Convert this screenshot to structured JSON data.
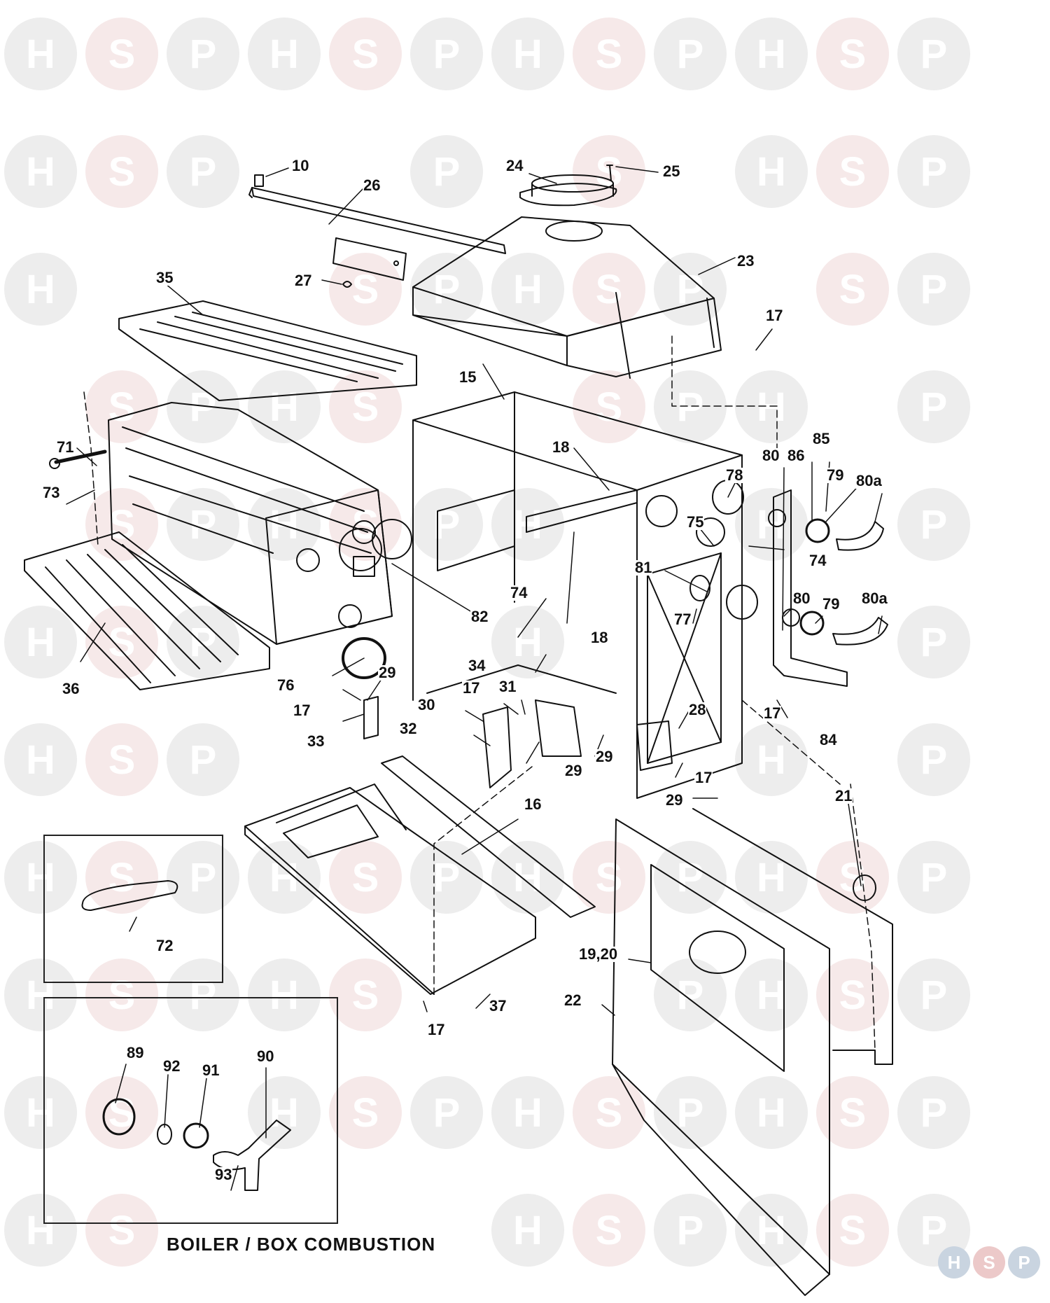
{
  "diagram": {
    "title": "BOILER / BOX COMBUSTION",
    "watermark": {
      "letters": [
        "H",
        "S",
        "P"
      ],
      "gray_color": "#ededed",
      "pink_color": "#f6e9e9",
      "center_logo_colors": [
        "#c9d4e0",
        "#ecc9c9",
        "#c9d4e0"
      ]
    },
    "callouts": [
      {
        "id": "c10",
        "text": "10"
      },
      {
        "id": "c26",
        "text": "26"
      },
      {
        "id": "c24",
        "text": "24"
      },
      {
        "id": "c25",
        "text": "25"
      },
      {
        "id": "c27",
        "text": "27"
      },
      {
        "id": "c23",
        "text": "23"
      },
      {
        "id": "c35",
        "text": "35"
      },
      {
        "id": "c17a",
        "text": "17"
      },
      {
        "id": "c15",
        "text": "15"
      },
      {
        "id": "c18a",
        "text": "18"
      },
      {
        "id": "c71",
        "text": "71"
      },
      {
        "id": "c73",
        "text": "73"
      },
      {
        "id": "c80a1",
        "text": "80"
      },
      {
        "id": "c86",
        "text": "86"
      },
      {
        "id": "c85",
        "text": "85"
      },
      {
        "id": "c78",
        "text": "78"
      },
      {
        "id": "c79a",
        "text": "79"
      },
      {
        "id": "c80aa",
        "text": "80a"
      },
      {
        "id": "c75",
        "text": "75"
      },
      {
        "id": "c74a",
        "text": "74"
      },
      {
        "id": "c81",
        "text": "81"
      },
      {
        "id": "c74b",
        "text": "74"
      },
      {
        "id": "c82",
        "text": "82"
      },
      {
        "id": "c80b",
        "text": "80"
      },
      {
        "id": "c79b",
        "text": "79"
      },
      {
        "id": "c80ab",
        "text": "80a"
      },
      {
        "id": "c77",
        "text": "77"
      },
      {
        "id": "c18b",
        "text": "18"
      },
      {
        "id": "c36",
        "text": "36"
      },
      {
        "id": "c76",
        "text": "76"
      },
      {
        "id": "c34",
        "text": "34"
      },
      {
        "id": "c29a",
        "text": "29"
      },
      {
        "id": "c17b",
        "text": "17"
      },
      {
        "id": "c31",
        "text": "31"
      },
      {
        "id": "c30",
        "text": "30"
      },
      {
        "id": "c17c",
        "text": "17"
      },
      {
        "id": "c33",
        "text": "33"
      },
      {
        "id": "c32",
        "text": "32"
      },
      {
        "id": "c28",
        "text": "28"
      },
      {
        "id": "c17d",
        "text": "17"
      },
      {
        "id": "c84",
        "text": "84"
      },
      {
        "id": "c29b",
        "text": "29"
      },
      {
        "id": "c29c",
        "text": "29"
      },
      {
        "id": "c17e",
        "text": "17"
      },
      {
        "id": "c29d",
        "text": "29"
      },
      {
        "id": "c16",
        "text": "16"
      },
      {
        "id": "c21",
        "text": "21"
      },
      {
        "id": "c72",
        "text": "72"
      },
      {
        "id": "c1920",
        "text": "19,20"
      },
      {
        "id": "c22",
        "text": "22"
      },
      {
        "id": "c37",
        "text": "37"
      },
      {
        "id": "c17f",
        "text": "17"
      },
      {
        "id": "c89",
        "text": "89"
      },
      {
        "id": "c92",
        "text": "92"
      },
      {
        "id": "c91",
        "text": "91"
      },
      {
        "id": "c90",
        "text": "90"
      },
      {
        "id": "c93",
        "text": "93"
      }
    ]
  }
}
